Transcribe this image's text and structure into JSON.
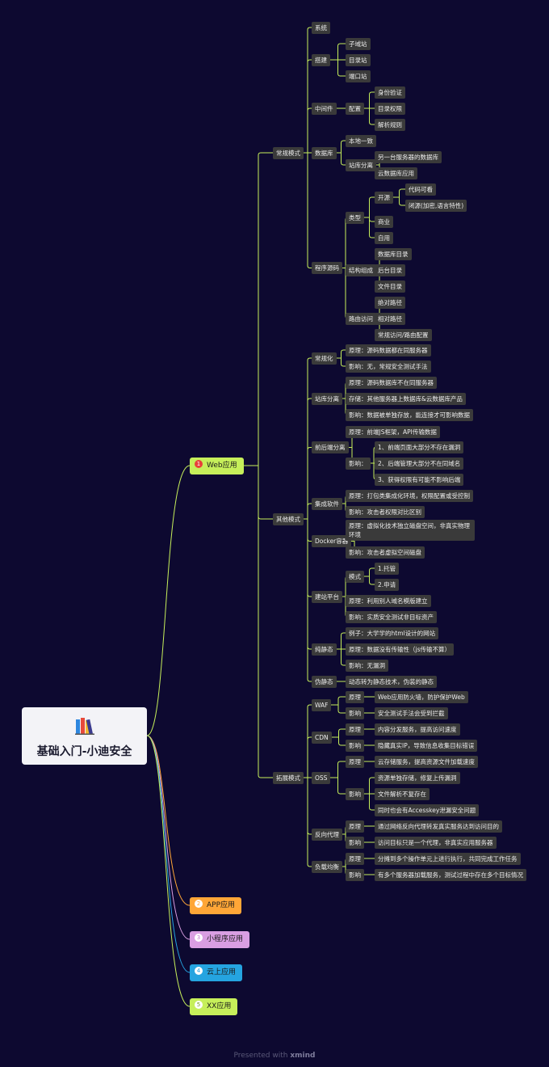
{
  "root": {
    "title": "基础入门-小迪安全",
    "icon": "books-icon"
  },
  "colors": {
    "background": "#0d0930",
    "node_bg": "#3a3a3a",
    "link": "#c6ef5a",
    "root_bg": "#f3f3f7"
  },
  "main_topics": [
    {
      "num": "1",
      "label": "Web应用",
      "color": "#c6ef5a",
      "num_bg": "#e8403a",
      "num_color": "#ffffff"
    },
    {
      "num": "2",
      "label": "APP应用",
      "color": "#ffa637",
      "num_bg": "#ffffff",
      "num_color": "#ffa637"
    },
    {
      "num": "3",
      "label": "小程序应用",
      "color": "#d99ee2",
      "num_bg": "#ffffff",
      "num_color": "#c27ad0"
    },
    {
      "num": "4",
      "label": "云上应用",
      "color": "#25a4e0",
      "num_bg": "#ffffff",
      "num_color": "#25a4e0"
    },
    {
      "num": "5",
      "label": "XX应用",
      "color": "#c6ef5a",
      "num_bg": "#ffffff",
      "num_color": "#6f9c1a"
    }
  ],
  "tree": [
    {
      "label": "常规模式",
      "children": [
        {
          "label": "系统"
        },
        {
          "label": "搭建",
          "children": [
            {
              "label": "子域站"
            },
            {
              "label": "目录站"
            },
            {
              "label": "端口站"
            }
          ]
        },
        {
          "label": "中间件",
          "children": [
            {
              "label": "配置",
              "children": [
                {
                  "label": "身份验证"
                },
                {
                  "label": "目录权限"
                },
                {
                  "label": "解析规则"
                }
              ]
            }
          ]
        },
        {
          "label": "数据库",
          "children": [
            {
              "label": "本地一致"
            },
            {
              "label": "站库分离",
              "children": [
                {
                  "label": "另一台服务器的数据库"
                },
                {
                  "label": "云数据库应用"
                }
              ]
            }
          ]
        },
        {
          "label": "程序源码",
          "children": [
            {
              "label": "类型",
              "children": [
                {
                  "label": "开源",
                  "children": [
                    {
                      "label": "代码可看"
                    },
                    {
                      "label": "闭源(加密,语言特性)"
                    }
                  ]
                },
                {
                  "label": "商业"
                },
                {
                  "label": "自用"
                }
              ]
            },
            {
              "label": "结构组成",
              "children": [
                {
                  "label": "数据库目录"
                },
                {
                  "label": "后台目录"
                },
                {
                  "label": "文件目录"
                }
              ]
            },
            {
              "label": "路由访问",
              "children": [
                {
                  "label": "绝对路径"
                },
                {
                  "label": "相对路径"
                },
                {
                  "label": "常规访问/路由配置"
                }
              ]
            }
          ]
        }
      ]
    },
    {
      "label": "其他模式",
      "children": [
        {
          "label": "常规化",
          "children": [
            {
              "label": "原理：源码数据都在同服务器"
            },
            {
              "label": "影响：无，常规安全测试手法"
            }
          ]
        },
        {
          "label": "站库分离",
          "children": [
            {
              "label": "原理：源码数据库不在同服务器"
            },
            {
              "label": "存储：其他服务器上数据库&云数据库产品"
            },
            {
              "label": "影响：数据被单独存放，能连接才可影响数据"
            }
          ]
        },
        {
          "label": "前后端分离",
          "children": [
            {
              "label": "原理：前端JS框架，API传输数据"
            },
            {
              "label": "影响：",
              "children": [
                {
                  "label": "1、前端页面大部分不存在漏洞"
                },
                {
                  "label": "2、后端管理大部分不在同域名"
                },
                {
                  "label": "3、获得权限有可能不影响后端"
                }
              ]
            }
          ]
        },
        {
          "label": "集成软件",
          "children": [
            {
              "label": "原理：打包类集成化环境，权限配置或受控制"
            },
            {
              "label": "影响：攻击者权限对比区别"
            }
          ]
        },
        {
          "label": "Docker容器",
          "children": [
            {
              "label": "原理：虚拟化技术独立磁盘空间，非真实物理环境",
              "multi": true
            },
            {
              "label": "影响：攻击者虚拟空间磁盘"
            }
          ]
        },
        {
          "label": "建站平台",
          "children": [
            {
              "label": "模式",
              "children": [
                {
                  "label": "1.托管"
                },
                {
                  "label": "2.申请"
                }
              ]
            },
            {
              "label": "原理：利用别人域名模版建立"
            },
            {
              "label": "影响：实质安全测试非目标资产"
            }
          ]
        },
        {
          "label": "纯静态",
          "children": [
            {
              "label": "例子：大学学的html设计的网站"
            },
            {
              "label": "原理：数据没有传输性（js传输不算）"
            },
            {
              "label": "影响：无漏洞"
            }
          ]
        },
        {
          "label": "伪静态",
          "children": [
            {
              "label": "动态转为静态技术，伪装的静态"
            }
          ]
        }
      ]
    },
    {
      "label": "拓展模式",
      "children": [
        {
          "label": "WAF",
          "children": [
            {
              "label": "原理",
              "children": [
                {
                  "label": "Web应用防火墙，防护保护Web"
                }
              ]
            },
            {
              "label": "影响",
              "children": [
                {
                  "label": "安全测试手法会受到拦截"
                }
              ]
            }
          ]
        },
        {
          "label": "CDN",
          "children": [
            {
              "label": "原理",
              "children": [
                {
                  "label": "内容分发服务，提高访问速度"
                }
              ]
            },
            {
              "label": "影响",
              "children": [
                {
                  "label": "隐藏真实IP，导致信息收集目标错误"
                }
              ]
            }
          ]
        },
        {
          "label": "OSS",
          "children": [
            {
              "label": "原理",
              "children": [
                {
                  "label": "云存储服务，提高资源文件加载速度"
                }
              ]
            },
            {
              "label": "影响",
              "children": [
                {
                  "label": "资源单独存储，修复上传漏洞"
                },
                {
                  "label": "文件解析不复存在"
                },
                {
                  "label": "同时也会有Accesskey泄漏安全问题"
                }
              ]
            }
          ]
        },
        {
          "label": "反向代理",
          "children": [
            {
              "label": "原理",
              "children": [
                {
                  "label": "通过网络反向代理转发真实服务达到访问目的"
                }
              ]
            },
            {
              "label": "影响",
              "children": [
                {
                  "label": "访问目标只是一个代理，非真实应用服务器"
                }
              ]
            }
          ]
        },
        {
          "label": "负载均衡",
          "children": [
            {
              "label": "原理",
              "children": [
                {
                  "label": "分摊到多个操作单元上进行执行，共同完成工作任务"
                }
              ]
            },
            {
              "label": "影响",
              "children": [
                {
                  "label": "有多个服务器加载服务，测试过程中存在多个目标情况"
                }
              ]
            }
          ]
        }
      ]
    }
  ],
  "footer": {
    "prefix": "Presented with",
    "brand": "xmind"
  }
}
